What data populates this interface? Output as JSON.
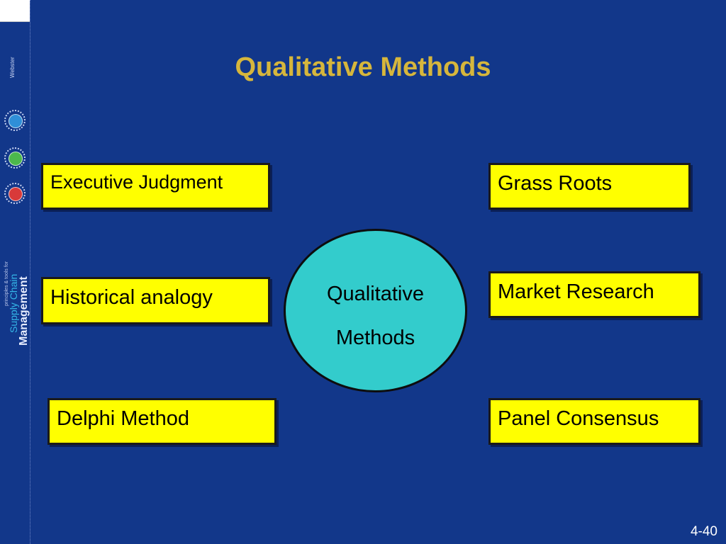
{
  "title": "Qualitative Methods",
  "sidebar": {
    "publisher": "Webster",
    "brand_small": "principles & tools for",
    "brand_mid": "Supply Chain",
    "brand_big": "Management",
    "logo_colors": [
      "#2f8fd8",
      "#4cb84c",
      "#d83a3a"
    ]
  },
  "center": {
    "line1": "Qualitative",
    "line2": "Methods",
    "color": "#33cccc"
  },
  "methods": {
    "executive_judgment": "Executive Judgment",
    "historical_analogy": "Historical analogy",
    "delphi_method": "Delphi Method",
    "grass_roots": "Grass Roots",
    "market_research": "Market Research",
    "panel_consensus": "Panel Consensus"
  },
  "box_color": "#ffff00",
  "page_number": "4-40"
}
